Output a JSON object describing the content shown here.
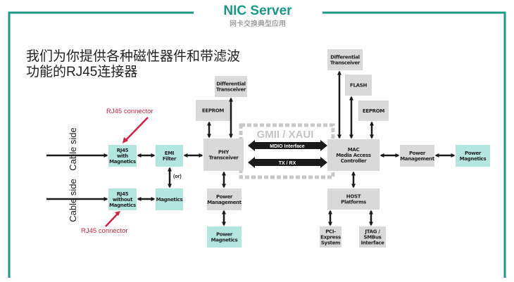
{
  "header": {
    "title": "NIC Server",
    "subtitle": "网卡交换典型应用"
  },
  "heading": {
    "line1": "我们为你提供各种磁性器件和带滤波",
    "line2": "功能的RJ45连接器"
  },
  "colors": {
    "frame": "#1a9a86",
    "title": "#1a9a86",
    "teal_box": "#b4e6e0",
    "gray_box": "#d9d9d9",
    "callout": "#d0223f",
    "arrow": "#1a1a1a"
  },
  "labels": {
    "cable_side_top": "Cable side",
    "cable_side_bottom": "Cable side",
    "rj45_top": "RJ45 connector",
    "rj45_bottom": "RJ45 connector",
    "or": "(or)",
    "gmii": "GMII / XAUI",
    "mdio": "MDIO Interface",
    "txrx": "TX / RX"
  },
  "boxes": [
    {
      "id": "rj45-with-magnetics",
      "kind": "teal",
      "lines": [
        "RJ45",
        "with",
        "Magnetics"
      ]
    },
    {
      "id": "emi-filter",
      "kind": "teal",
      "lines": [
        "EMI",
        "Filter"
      ]
    },
    {
      "id": "rj45-without-magnetics",
      "kind": "teal",
      "lines": [
        "RJ45",
        "without",
        "Magnetics"
      ]
    },
    {
      "id": "magnetics",
      "kind": "teal",
      "lines": [
        "Magnetics"
      ]
    },
    {
      "id": "phy-transceiver",
      "kind": "gray",
      "lines": [
        "PHY",
        "Transceiver"
      ]
    },
    {
      "id": "eeprom-left",
      "kind": "gray",
      "lines": [
        "EEPROM"
      ]
    },
    {
      "id": "differential-transceiver-left",
      "kind": "gray",
      "lines": [
        "Differential",
        "Transceiver"
      ]
    },
    {
      "id": "power-management-left",
      "kind": "gray",
      "lines": [
        "Power",
        "Management"
      ]
    },
    {
      "id": "power-magnetics-left",
      "kind": "teal",
      "lines": [
        "Power",
        "Magnetics"
      ]
    },
    {
      "id": "mac-controller",
      "kind": "gray",
      "lines": [
        "MAC",
        "Media Access",
        "Controller"
      ]
    },
    {
      "id": "differential-transceiver-right",
      "kind": "gray",
      "lines": [
        "Differential",
        "Transceiver"
      ]
    },
    {
      "id": "flash",
      "kind": "gray",
      "lines": [
        "FLASH"
      ]
    },
    {
      "id": "eeprom-right",
      "kind": "gray",
      "lines": [
        "EEPROM"
      ]
    },
    {
      "id": "power-management-right",
      "kind": "gray",
      "lines": [
        "Power",
        "Management"
      ]
    },
    {
      "id": "power-magnetics-right",
      "kind": "teal",
      "lines": [
        "Power",
        "Magnetics"
      ]
    },
    {
      "id": "host-platforms",
      "kind": "gray",
      "lines": [
        "HOST",
        "Platforms"
      ]
    },
    {
      "id": "pci-express-system",
      "kind": "gray",
      "lines": [
        "PCI-",
        "Express",
        "System"
      ]
    },
    {
      "id": "jtag-smbus-interface",
      "kind": "gray",
      "lines": [
        "JTAG /",
        "SMBus",
        "Interface"
      ]
    }
  ]
}
